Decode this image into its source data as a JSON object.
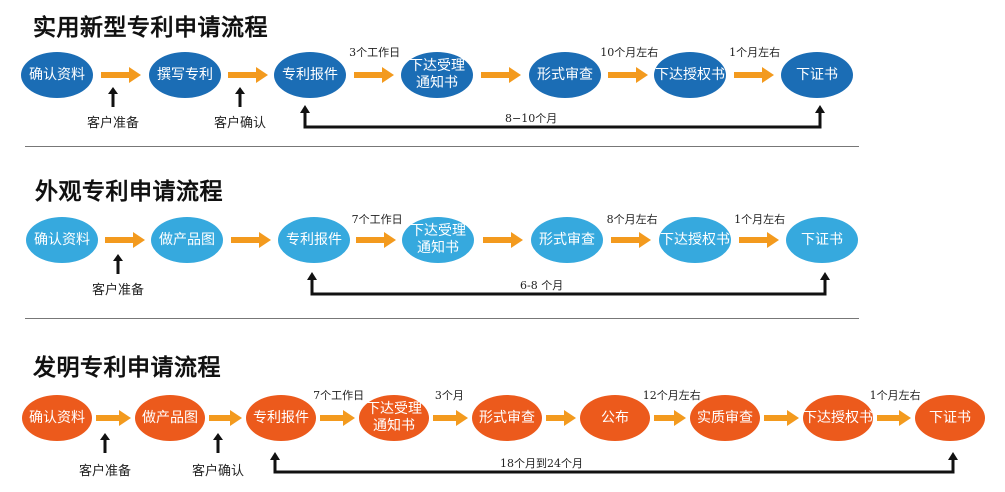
{
  "colors": {
    "utility": "#1b6db5",
    "design": "#36a9de",
    "invention": "#ec5a1c",
    "arrow": "#f39a1e"
  },
  "sections": [
    {
      "title": "实用新型专利申请流程",
      "nodes": [
        {
          "lines": [
            "确认资料"
          ]
        },
        {
          "lines": [
            "撰写专利"
          ]
        },
        {
          "lines": [
            "专利报件"
          ]
        },
        {
          "lines": [
            "下达受理",
            "通知书"
          ]
        },
        {
          "lines": [
            "形式审查"
          ]
        },
        {
          "lines": [
            "下达授权书"
          ]
        },
        {
          "lines": [
            "下证书"
          ]
        }
      ],
      "step_labels": [
        "",
        "",
        "3个工作日",
        "",
        "10个月左右",
        "1个月左右"
      ],
      "customer_notes": [
        "客户准备",
        "客户确认"
      ],
      "total_duration": "8−10个月"
    },
    {
      "title": "外观专利申请流程",
      "nodes": [
        {
          "lines": [
            "确认资料"
          ]
        },
        {
          "lines": [
            "做产品图"
          ]
        },
        {
          "lines": [
            "专利报件"
          ]
        },
        {
          "lines": [
            "下达受理",
            "通知书"
          ]
        },
        {
          "lines": [
            "形式审查"
          ]
        },
        {
          "lines": [
            "下达授权书"
          ]
        },
        {
          "lines": [
            "下证书"
          ]
        }
      ],
      "step_labels": [
        "",
        "",
        "7个工作日",
        "",
        "8个月左右",
        "1个月左右"
      ],
      "customer_notes": [
        "客户准备"
      ],
      "total_duration": "6-8 个月"
    },
    {
      "title": "发明专利申请流程",
      "nodes": [
        {
          "lines": [
            "确认资料"
          ]
        },
        {
          "lines": [
            "做产品图"
          ]
        },
        {
          "lines": [
            "专利报件"
          ]
        },
        {
          "lines": [
            "下达受理",
            "通知书"
          ]
        },
        {
          "lines": [
            "形式审查"
          ]
        },
        {
          "lines": [
            "公布"
          ]
        },
        {
          "lines": [
            "实质审查"
          ]
        },
        {
          "lines": [
            "下达授权书"
          ]
        },
        {
          "lines": [
            "下证书"
          ]
        }
      ],
      "step_labels": [
        "",
        "",
        "7个工作日",
        "3个月",
        "",
        "12个月左右",
        "",
        "1个月左右"
      ],
      "customer_notes": [
        "客户准备",
        "客户确认"
      ],
      "total_duration": "18个月到24个月"
    }
  ]
}
